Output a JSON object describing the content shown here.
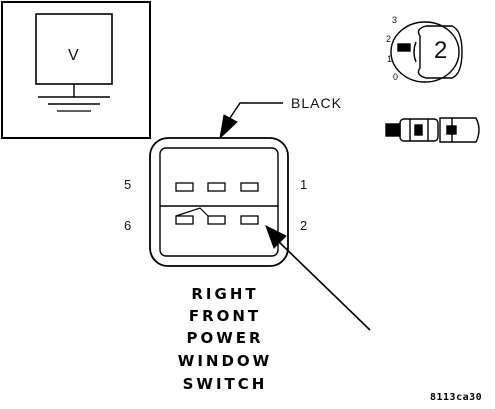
{
  "meter": {
    "label": "V"
  },
  "connector": {
    "wire_color_label": "BLACK",
    "pins": {
      "p5": "5",
      "p1": "1",
      "p6": "6",
      "p2": "2"
    }
  },
  "key_switch": {
    "positions": [
      "3",
      "2",
      "1",
      "0"
    ],
    "selected": "2"
  },
  "component_name": [
    "RIGHT",
    "FRONT",
    "POWER",
    "WINDOW",
    "SWITCH"
  ],
  "figure_code": "8113ca30"
}
